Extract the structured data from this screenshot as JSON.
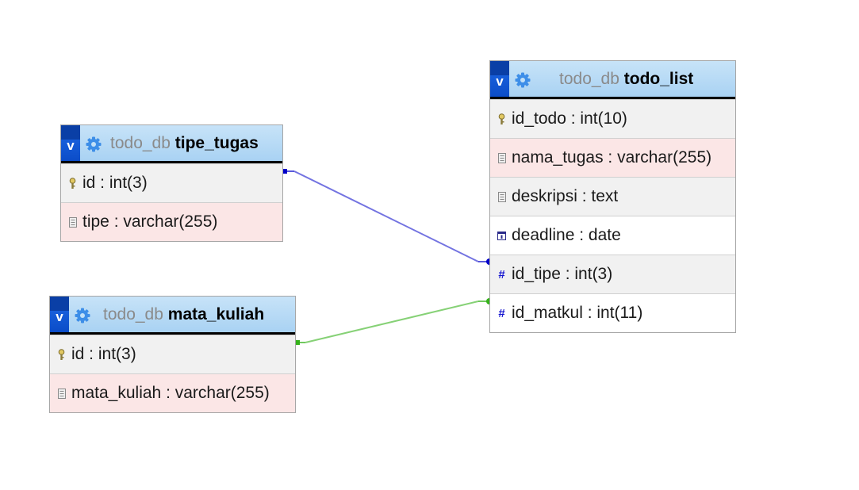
{
  "database": "todo_db",
  "toggle_label": "v",
  "tables": [
    {
      "id": "tipe_tugas",
      "name": "tipe_tugas",
      "columns": [
        {
          "label": "id : int(3)",
          "icon": "key-icon",
          "bg": "gray"
        },
        {
          "label": "tipe : varchar(255)",
          "icon": "text-field-icon",
          "bg": "pink"
        }
      ]
    },
    {
      "id": "mata_kuliah",
      "name": "mata_kuliah",
      "columns": [
        {
          "label": "id : int(3)",
          "icon": "key-icon",
          "bg": "gray"
        },
        {
          "label": "mata_kuliah : varchar(255)",
          "icon": "text-field-icon",
          "bg": "pink"
        }
      ]
    },
    {
      "id": "todo_list",
      "name": "todo_list",
      "columns": [
        {
          "label": "id_todo : int(10)",
          "icon": "key-icon",
          "bg": "gray"
        },
        {
          "label": "nama_tugas : varchar(255)",
          "icon": "text-field-icon",
          "bg": "pink"
        },
        {
          "label": "deskripsi : text",
          "icon": "text-field-icon",
          "bg": "gray"
        },
        {
          "label": "deadline : date",
          "icon": "date-icon",
          "bg": "white"
        },
        {
          "label": "id_tipe : int(3)",
          "icon": "number-icon",
          "bg": "gray"
        },
        {
          "label": "id_matkul : int(11)",
          "icon": "number-icon",
          "bg": "white"
        }
      ]
    }
  ],
  "relations": [
    {
      "from": "tipe_tugas.id",
      "to": "todo_list.id_tipe",
      "color": "#0000c8"
    },
    {
      "from": "mata_kuliah.id",
      "to": "todo_list.id_matkul",
      "color": "#35b21a"
    }
  ],
  "colors": {
    "header_bg": "#a9d2f3",
    "toggle_bg": "#0b4cc8",
    "db_text": "#8a8a8a",
    "row_gray": "#f1f1f1",
    "row_pink": "#fbe6e6"
  }
}
